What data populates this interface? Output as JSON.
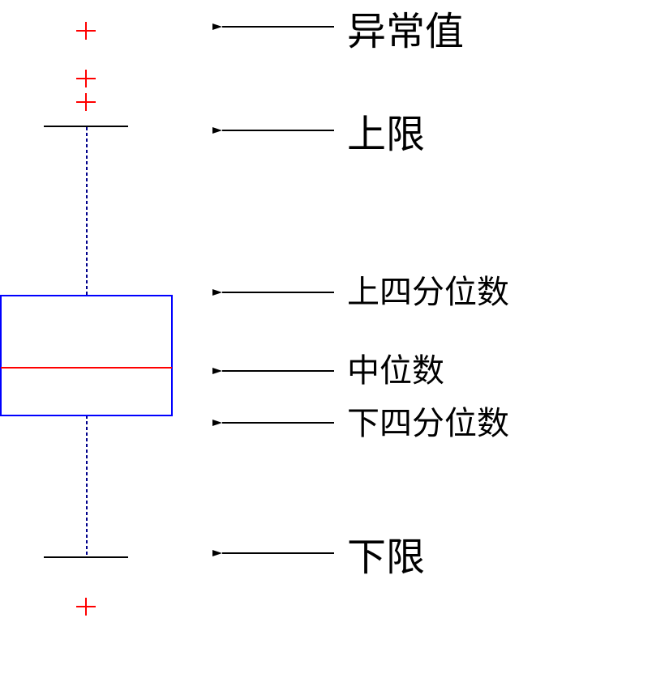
{
  "annotations": {
    "outlier": "异常值",
    "upper_limit": "上限",
    "upper_quartile": "上四分位数",
    "median": "中位数",
    "lower_quartile": "下四分位数",
    "lower_limit": "下限"
  },
  "colors": {
    "box": "#0000ff",
    "whisker": "#00008b",
    "median": "#ff0000",
    "outlier": "#ff0000",
    "cap": "#000000",
    "arrow": "#000000",
    "text": "#000000"
  }
}
